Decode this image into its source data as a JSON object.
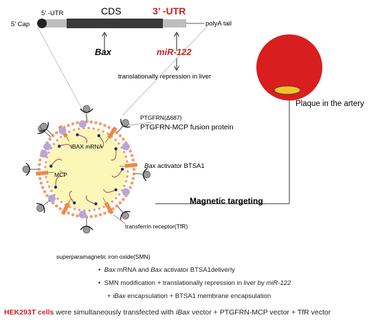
{
  "mrna": {
    "utr5": "5’ -UTR",
    "cds": "CDS",
    "utr3": "3’ -UTR",
    "cap": "5’ Cap",
    "polya": "polyA tail",
    "bax": "Bax",
    "mir": "miR-122",
    "repression": "translationally repression in liver"
  },
  "vesicle": {
    "ptgfrn": "PTGFRN(Δ687)",
    "fusion": "PTGFRN-MCP fusion protein",
    "ibax": "iBAX mRNA",
    "mcp": "MCP",
    "activator_italic": "Bax",
    "activator_rest": " activator BTSA1",
    "tfr": "transferrin receptor(TfR)",
    "smn": "superparamagnetic iron oxide(SMN)"
  },
  "targeting": {
    "label": "Magnetic targeting",
    "plaque": "Plaque in the artery"
  },
  "bullets": [
    {
      "parts": [
        {
          "t": "Bax",
          "i": true
        },
        {
          "t": " mRNA and ",
          "i": false
        },
        {
          "t": "Bax",
          "i": true
        },
        {
          "t": " activator BTSA1deliverly",
          "i": false
        }
      ]
    },
    {
      "parts": [
        {
          "t": "SMN modification + translationally repression in liver by ",
          "i": false
        },
        {
          "t": "miR-122",
          "i": true
        }
      ]
    },
    {
      "parts": [
        {
          "t": "+ ",
          "i": false
        },
        {
          "t": "iBax",
          "i": true
        },
        {
          "t": " encapsulation + BTSA1 membrane encapsulation",
          "i": false
        }
      ]
    }
  ],
  "bullet_char": "•",
  "bottom": {
    "red": "HEK293T cells",
    "p1": " were simultaneously transfected with ",
    "p2": "iBax",
    "p3": " vector + PTGFRN-MCP vector + TfR vector"
  },
  "colors": {
    "red": "#cc2222",
    "vesicle": "#fbf7b6",
    "lipid": "#f0a070",
    "orange": "#ec8a45",
    "purple": "#b9a6d9",
    "plaque_outer": "#d81e1e",
    "plaque_inner": "#f4c22b"
  }
}
